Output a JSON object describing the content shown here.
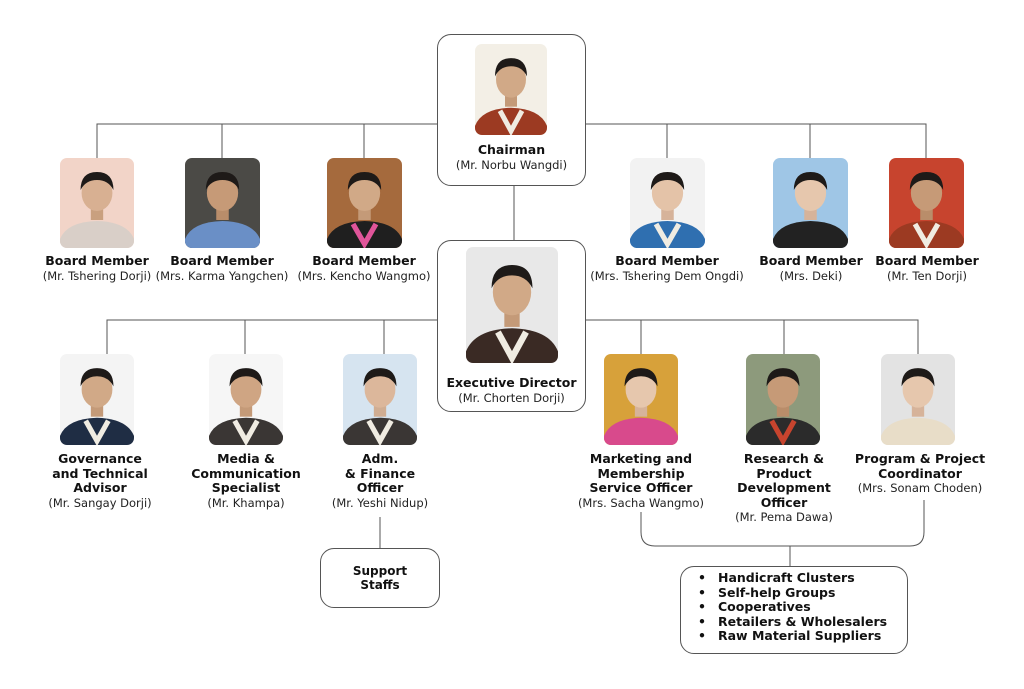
{
  "chairman": {
    "role": "Chairman",
    "name": "(Mr. Norbu Wangdi)"
  },
  "board": [
    {
      "role": "Board Member",
      "name": "(Mr. Tshering Dorji)"
    },
    {
      "role": "Board Member",
      "name": "(Mrs. Karma Yangchen)"
    },
    {
      "role": "Board Member",
      "name": "(Mrs. Kencho Wangmo)"
    },
    {
      "role": "Board Member",
      "name": "(Mrs. Tshering Dem Ongdi)"
    },
    {
      "role": "Board Member",
      "name": "(Mrs. Deki)"
    },
    {
      "role": "Board Member",
      "name": "(Mr. Ten Dorji)"
    }
  ],
  "executive": {
    "role": "Executive Director",
    "name": "(Mr. Chorten Dorji)"
  },
  "staff": [
    {
      "role": "Governance\nand Technical\nAdvisor",
      "name": "(Mr. Sangay Dorji)"
    },
    {
      "role": "Media &\nCommunication\nSpecialist",
      "name": "(Mr. Khampa)"
    },
    {
      "role": "Adm.\n& Finance\nOfficer",
      "name": "(Mr. Yeshi Nidup)"
    },
    {
      "role": "Marketing and\nMembership\nService Officer",
      "name": "(Mrs. Sacha Wangmo)"
    },
    {
      "role": "Research &\nProduct\nDevelopment\nOfficer",
      "name": "(Mr. Pema Dawa)"
    },
    {
      "role": "Program & Project\nCoordinator",
      "name": "(Mrs. Sonam Choden)"
    }
  ],
  "support": {
    "label": "Support\nStaffs"
  },
  "stakeholders": [
    "Handicraft Clusters",
    "Self-help Groups",
    "Cooperatives",
    "Retailers & Wholesalers",
    "Raw Material Suppliers"
  ],
  "colors": {
    "line": "#555555",
    "gho": "#9c3a22",
    "kabney": "#f0ece2"
  }
}
